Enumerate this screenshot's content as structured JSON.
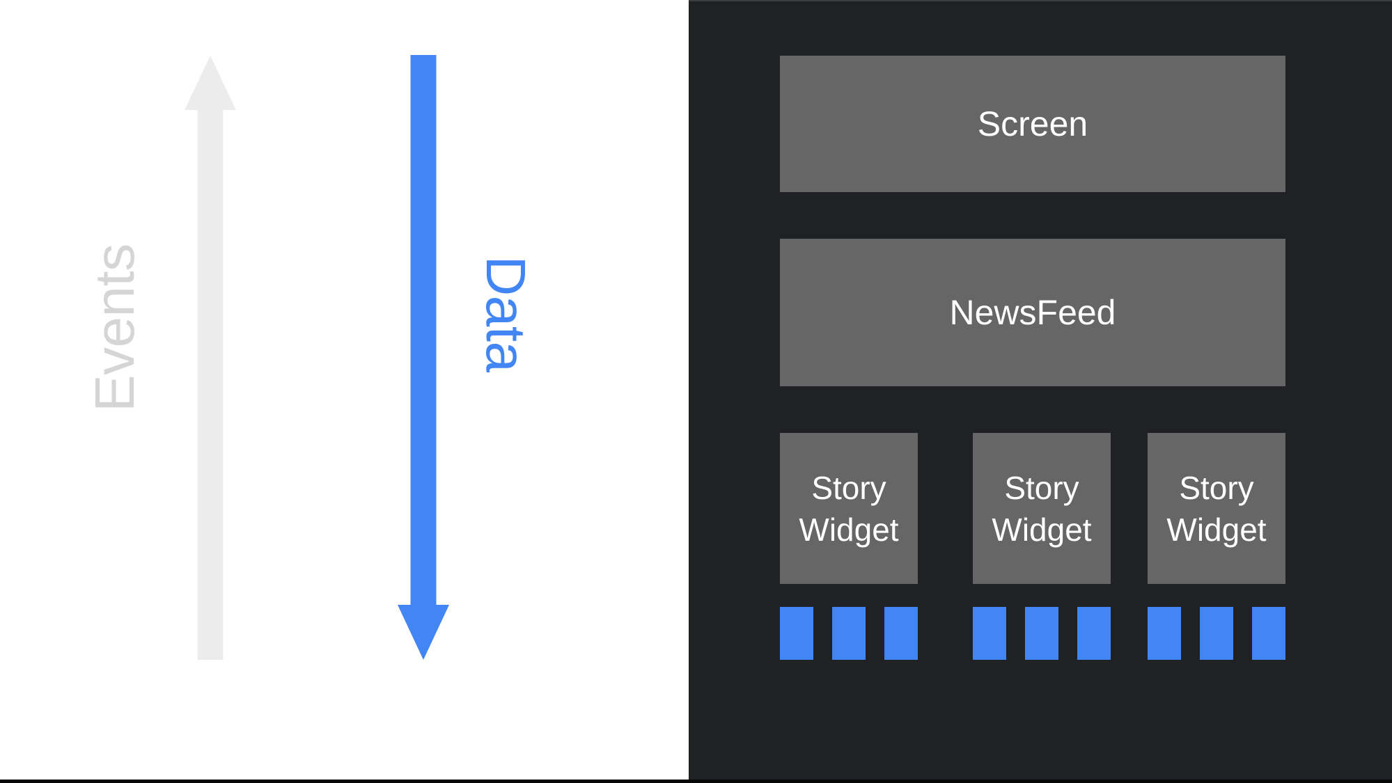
{
  "left_panel": {
    "events_arrow": {
      "label": "Events",
      "direction": "up",
      "arrow_color": "#ECECEC",
      "label_color": "#D5D5D5"
    },
    "data_arrow": {
      "label": "Data",
      "direction": "down",
      "arrow_color": "#4285F4",
      "label_color": "#4285F4"
    }
  },
  "dark_panel": {
    "background_color": "#202124",
    "box_color": "#666666",
    "accent_color": "#4285F4",
    "screen_box": {
      "label": "Screen"
    },
    "newsfeed_box": {
      "label": "NewsFeed"
    },
    "story_widgets": [
      {
        "line1": "Story",
        "line2": "Widget",
        "data_squares": 3
      },
      {
        "line1": "Story",
        "line2": "Widget",
        "data_squares": 3
      },
      {
        "line1": "Story",
        "line2": "Widget",
        "data_squares": 3
      }
    ]
  }
}
